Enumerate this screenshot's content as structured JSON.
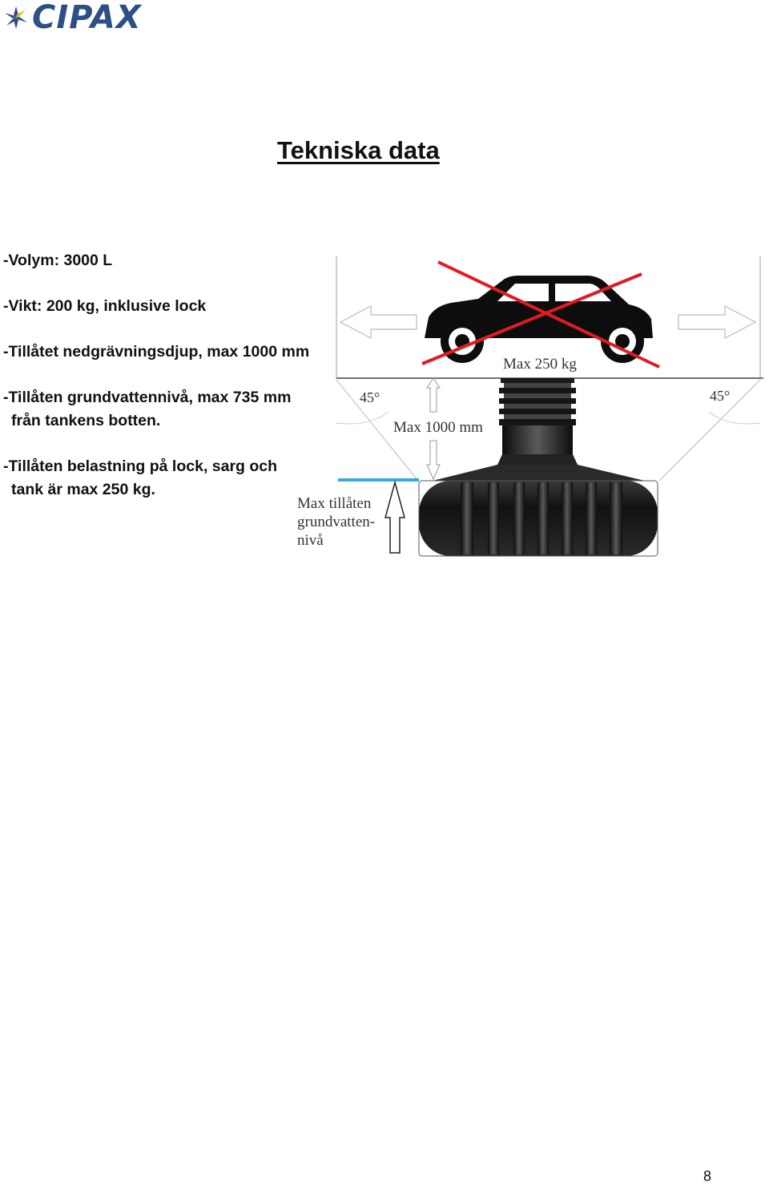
{
  "brand": {
    "name": "CIPAX",
    "logo_color": "#2c4f86"
  },
  "page": {
    "title": "Tekniska data",
    "number": "8"
  },
  "specs": [
    {
      "line1": "-Volym: 3000 L",
      "line2": ""
    },
    {
      "line1": "-Vikt: 200 kg, inklusive lock",
      "line2": ""
    },
    {
      "line1": "-Tillåtet nedgrävningsdjup, max 1000 mm",
      "line2": ""
    },
    {
      "line1": "-Tillåten grundvattennivå, max 735 mm",
      "line2": "från tankens botten."
    },
    {
      "line1": "-Tillåten belastning på lock, sarg och",
      "line2": "tank är max 250 kg."
    }
  ],
  "diagram": {
    "max_load": "Max 250 kg",
    "max_depth": "Max 1000 mm",
    "angle_left": "45°",
    "angle_right": "45°",
    "groundwater_line1": "Max tillåten",
    "groundwater_line2": "grundvatten-",
    "groundwater_line3": "nivå",
    "groundwater_color": "#3aa8d8",
    "cross_color": "#e01b24"
  }
}
